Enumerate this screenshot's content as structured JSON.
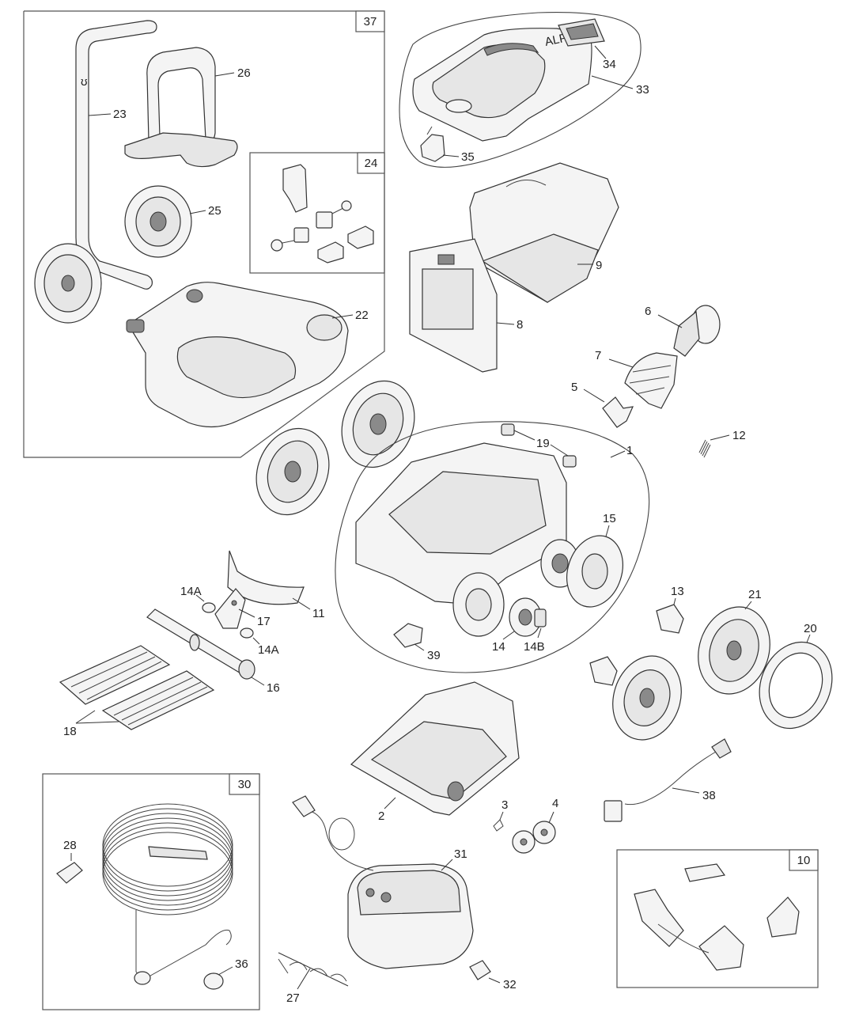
{
  "diagram": {
    "labels": {
      "p1": "1",
      "p2": "2",
      "p3": "3",
      "p4": "4",
      "p5": "5",
      "p6": "6",
      "p7": "7",
      "p8": "8",
      "p9": "9",
      "p10": "10",
      "p11": "11",
      "p12": "12",
      "p13": "13",
      "p14": "14",
      "p14a_top": "14A",
      "p14a_bottom": "14A",
      "p14b": "14B",
      "p15": "15",
      "p16": "16",
      "p17": "17",
      "p18": "18",
      "p19": "19",
      "p20": "20",
      "p21": "21",
      "p22": "22",
      "p23": "23",
      "p24": "24",
      "p25": "25",
      "p26": "26",
      "p27": "27",
      "p28": "28",
      "p30": "30",
      "p31": "31",
      "p32": "32",
      "p33": "33",
      "p34": "34",
      "p35": "35",
      "p36": "36",
      "p37": "37",
      "p38": "38",
      "p39": "39"
    },
    "lid_brand_text": "ALPHA"
  }
}
